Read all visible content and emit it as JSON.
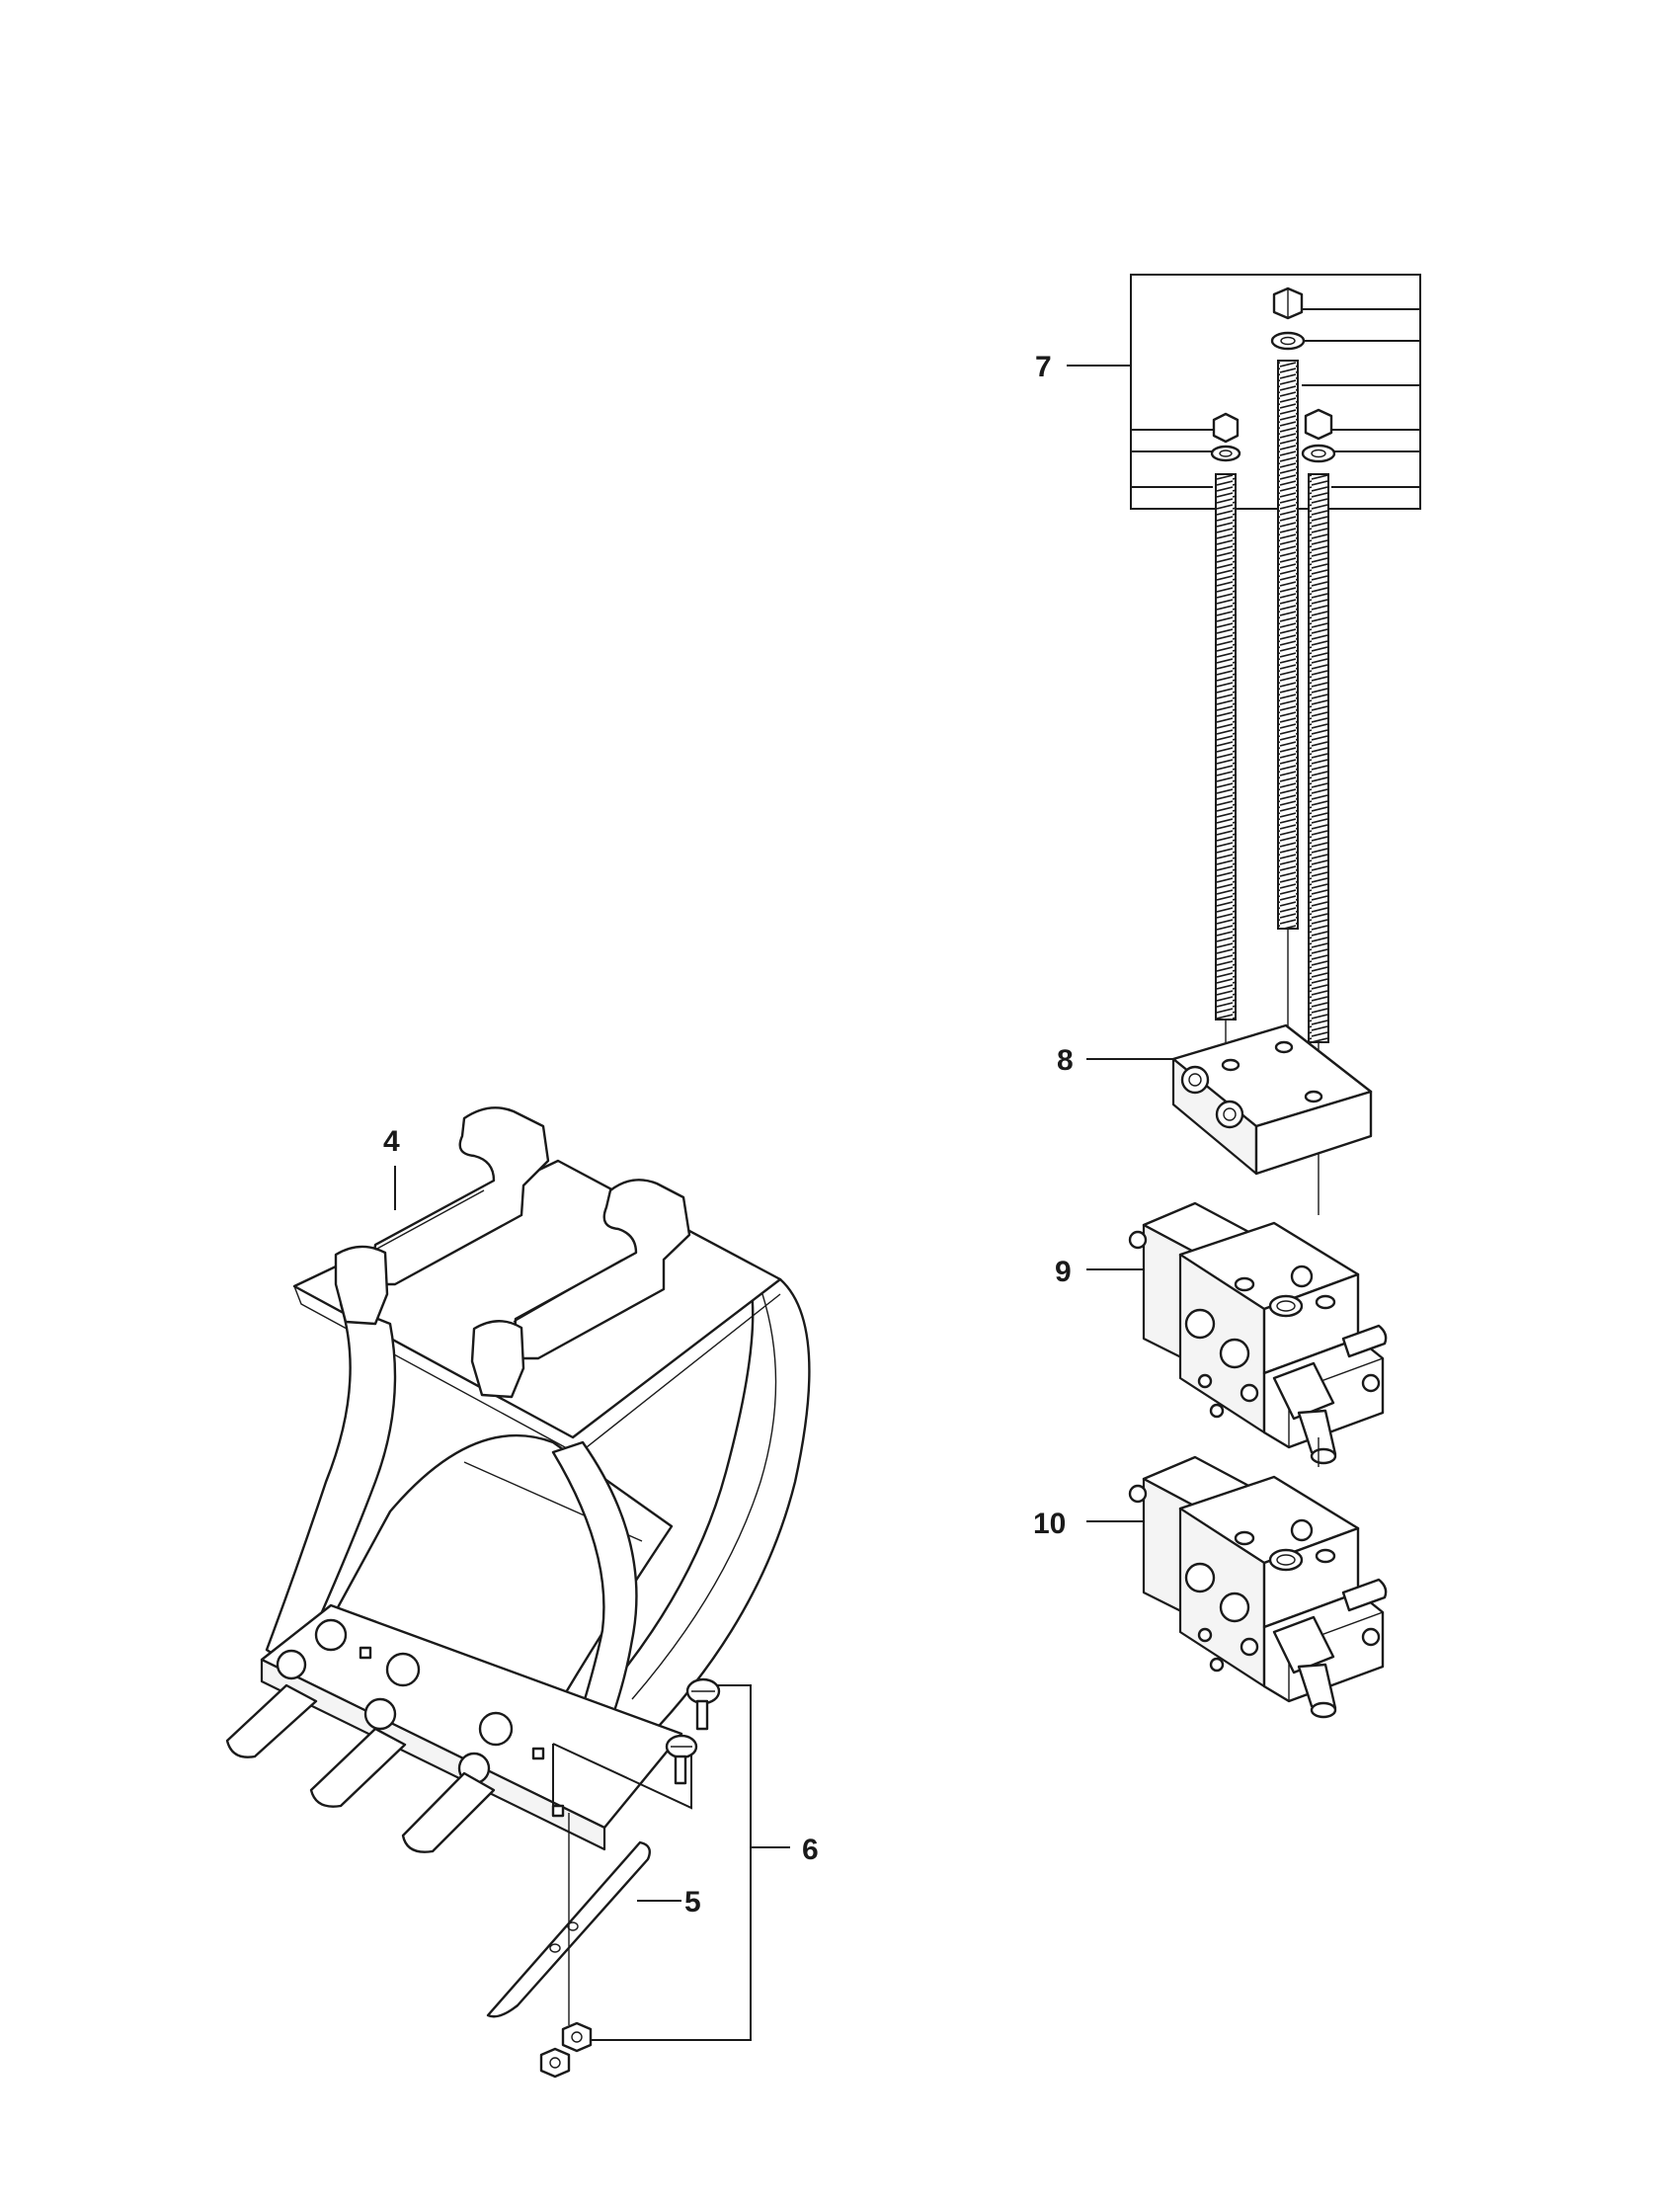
{
  "callouts": {
    "bucket": "4",
    "wear_strip": "5",
    "hardware_kit": "6",
    "tie_rod_kit": "7",
    "end_block": "8",
    "valve_section_upper": "9",
    "valve_section_lower": "10"
  },
  "colors": {
    "line": "#1a1a1a",
    "paper": "#ffffff"
  }
}
